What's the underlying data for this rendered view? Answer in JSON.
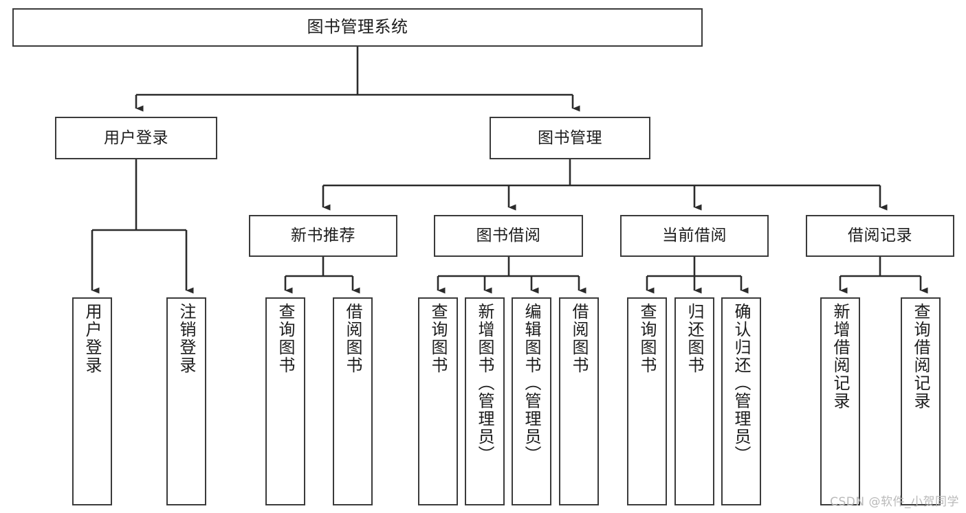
{
  "diagram": {
    "title": "图书管理系统",
    "type": "tree-hierarchy",
    "orientation": "top-down",
    "colors": {
      "box_border": "#3a3a3a",
      "box_fill": "#ffffff",
      "connector": "#2b2b2b",
      "text": "#1c1c1c",
      "watermark": "#b9b9b9",
      "background": "#ffffff"
    }
  },
  "nodes": {
    "root": {
      "label": "图书管理系统"
    },
    "level2": [
      {
        "id": "user-login",
        "label": "用户登录"
      },
      {
        "id": "book-management",
        "label": "图书管理"
      }
    ],
    "level3": [
      {
        "id": "new-book-recommend",
        "label": "新书推荐"
      },
      {
        "id": "book-borrow",
        "label": "图书借阅"
      },
      {
        "id": "current-borrow",
        "label": "当前借阅"
      },
      {
        "id": "borrow-record",
        "label": "借阅记录"
      }
    ],
    "leaves": {
      "user_login": [
        {
          "id": "leaf-user-login",
          "label": "用户登录"
        },
        {
          "id": "leaf-logout-login",
          "label": "注销登录"
        }
      ],
      "new_book_recommend": [
        {
          "id": "leaf-query-book-1",
          "label": "查询图书"
        },
        {
          "id": "leaf-borrow-book-1",
          "label": "借阅图书"
        }
      ],
      "book_borrow": [
        {
          "id": "leaf-query-book-2",
          "label": "查询图书"
        },
        {
          "id": "leaf-add-book",
          "label": "新增图书（管理员）"
        },
        {
          "id": "leaf-edit-book",
          "label": "编辑图书（管理员）"
        },
        {
          "id": "leaf-borrow-book-2",
          "label": "借阅图书"
        }
      ],
      "current_borrow": [
        {
          "id": "leaf-query-book-3",
          "label": "查询图书"
        },
        {
          "id": "leaf-return-book",
          "label": "归还图书"
        },
        {
          "id": "leaf-confirm-return",
          "label": "确认归还（管理员）"
        }
      ],
      "borrow_record": [
        {
          "id": "leaf-add-record",
          "label": "新增借阅记录"
        },
        {
          "id": "leaf-query-record",
          "label": "查询借阅记录"
        }
      ]
    }
  },
  "watermark": {
    "text": "CSDN @软件_小贺同学"
  }
}
